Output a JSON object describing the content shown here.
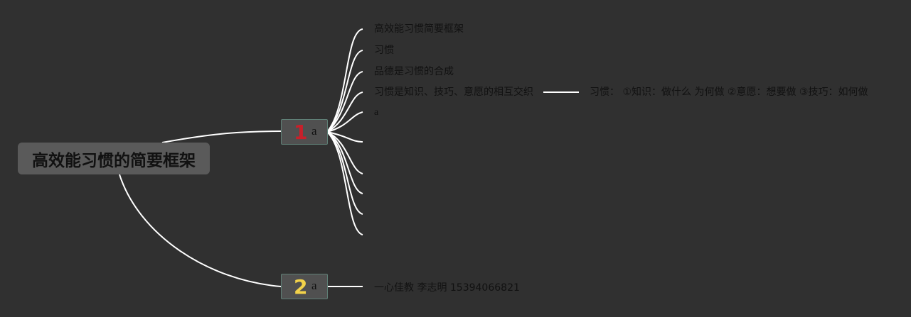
{
  "colors": {
    "background": "#303030",
    "link": "#ffffff",
    "root_fill": "#5a5a5a",
    "branch_fill": "#505050",
    "branch_border": "#5f7f76",
    "text": "#111111",
    "marker_1": "#c8202a",
    "marker_2": "#f3d34a"
  },
  "root": {
    "title": "高效能习惯的简要框架"
  },
  "branches": [
    {
      "marker": "1",
      "label": "a",
      "children": [
        {
          "text": "高效能习惯简要框架"
        },
        {
          "text": "习惯"
        },
        {
          "text": "品德是习惯的合成"
        },
        {
          "text": "习惯是知识、技巧、意愿的相互交织",
          "detail": "习惯： ①知识：做什么 为何做 ②意愿：想要做 ③技巧：如何做"
        },
        {
          "text": "a"
        },
        {
          "text": ""
        },
        {
          "text": ""
        },
        {
          "text": ""
        },
        {
          "text": ""
        },
        {
          "text": ""
        }
      ]
    },
    {
      "marker": "2",
      "label": "a",
      "children": [
        {
          "text": "一心佳教 李志明 15394066821"
        }
      ]
    }
  ]
}
